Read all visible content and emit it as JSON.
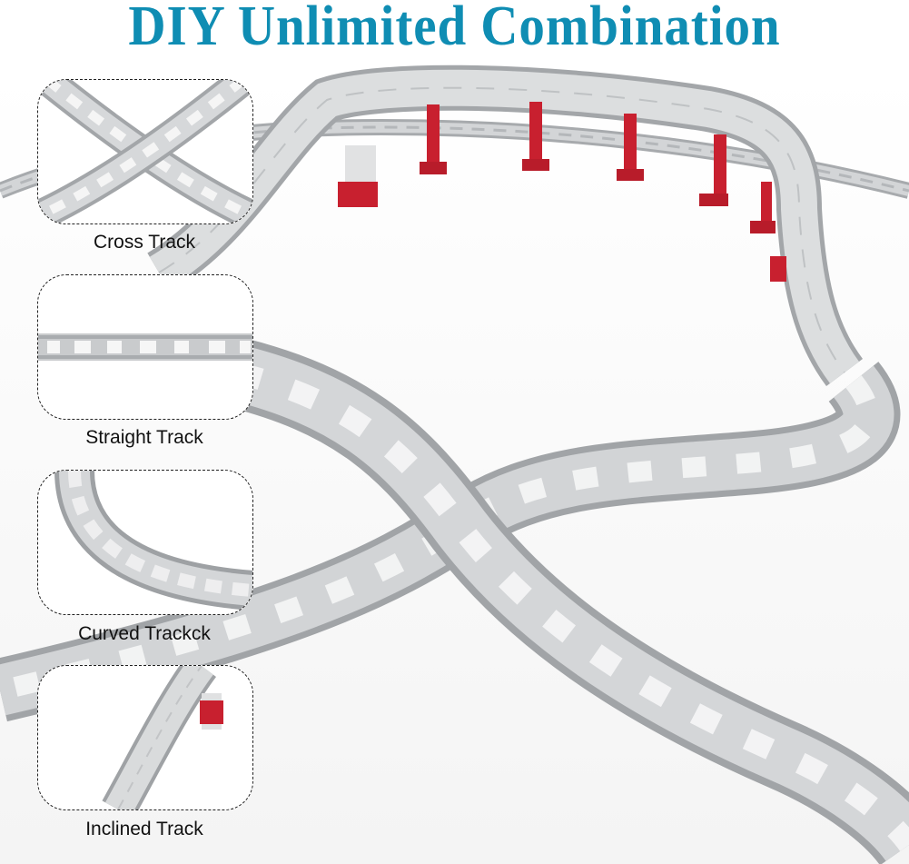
{
  "title": "DIY Unlimited Combination",
  "colors": {
    "title": "#0f8db3",
    "track": "#c9cbcd",
    "track_dark": "#9c9fa2",
    "support": "#c8202f",
    "background": "#ffffff"
  },
  "callouts": [
    {
      "label": "Cross Track",
      "icon": "cross-track-image"
    },
    {
      "label": "Straight Track",
      "icon": "straight-track-image"
    },
    {
      "label": "Curved Trackck",
      "icon": "curved-track-image"
    },
    {
      "label": "Inclined Track",
      "icon": "inclined-track-image"
    }
  ],
  "scene": {
    "description": "Grey plastic train track layout with elevated section on red support pillars and a crossing",
    "support_pillar_count": 7
  }
}
